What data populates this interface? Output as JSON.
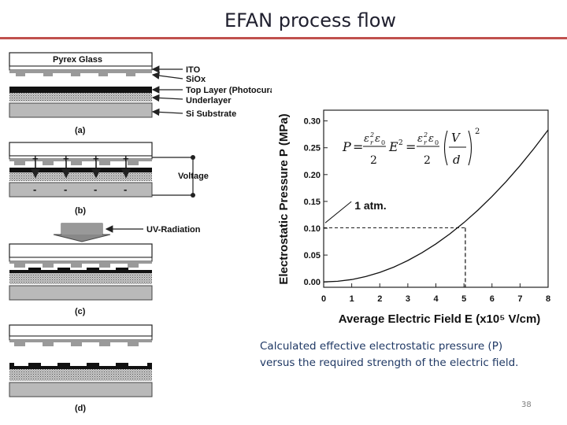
{
  "slide": {
    "title": "EFAN process flow",
    "caption_line1": "Calculated effective electrostatic pressure (P)",
    "caption_line2": "versus the required strength of the electric field.",
    "page_number": "38"
  },
  "diagram": {
    "pyrex_label": "Pyrex Glass",
    "layer_labels": [
      "ITO",
      "SiOx",
      "Top Layer (Photocurable)",
      "Underlayer",
      "Si Substrate"
    ],
    "voltage_label": "Voltage",
    "uv_label": "UV-Radiation",
    "plus_sign": "+",
    "minus_sign": "-",
    "panel_labels": [
      "(a)",
      "(b)",
      "(c)",
      "(d)"
    ]
  },
  "chart_data": {
    "type": "line",
    "xlabel": "Average Electric Field E (x10⁵ V/cm)",
    "ylabel": "Electrostatic Pressure P (MPa)",
    "xlim": [
      0,
      8
    ],
    "ylim": [
      -0.01,
      0.32
    ],
    "xticks": [
      0,
      1,
      2,
      3,
      4,
      5,
      6,
      7,
      8
    ],
    "xtick_labels": [
      "0",
      "1",
      "2",
      "3",
      "4",
      "5",
      "6",
      "7",
      "8"
    ],
    "yticks": [
      0.0,
      0.05,
      0.1,
      0.15,
      0.2,
      0.25,
      0.3
    ],
    "ytick_labels": [
      "0.00",
      "0.05",
      "0.10",
      "0.15",
      "0.20",
      "0.25",
      "0.30"
    ],
    "x": [
      0,
      0.5,
      1,
      1.5,
      2,
      2.5,
      3,
      3.5,
      4,
      4.5,
      5,
      5.5,
      6,
      6.5,
      7,
      7.5,
      8
    ],
    "y": [
      0,
      0.0011,
      0.0044,
      0.0099,
      0.0177,
      0.0276,
      0.0398,
      0.0542,
      0.0708,
      0.0896,
      0.1106,
      0.1338,
      0.1593,
      0.1869,
      0.2168,
      0.2489,
      0.2832
    ],
    "annotation": {
      "text": "1 atm.",
      "x": 5.05,
      "y": 0.101
    },
    "formula": "P = εr²ε0/2 E² = εr²ε0/2 (V/d)²",
    "grid": false
  }
}
